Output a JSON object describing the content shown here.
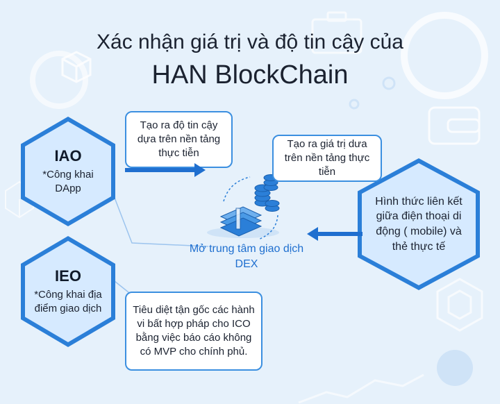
{
  "title": {
    "line1": "Xác nhận giá trị và độ tin cậy của",
    "line2": "HAN BlockChain"
  },
  "hex_iao": {
    "heading": "IAO",
    "body": "*Công khai DApp"
  },
  "hex_ieo": {
    "heading": "IEO",
    "body": "*Công khai địa điểm giao dịch"
  },
  "hex_mobile": {
    "body": "Hình thức liên kết giữa điện thoại di động ( mobile) và thẻ thực tế"
  },
  "box_trust": {
    "text": "Tạo ra độ tin cậy dựa trên nền tảng thực tiễn"
  },
  "box_value": {
    "text": "Tạo ra giá trị dưa trên nền tảng thực tiễn"
  },
  "box_ico": {
    "text": "Tiêu diệt tận gốc các hành vi bất hợp pháp cho ICO bằng việc báo cáo không có MVP cho chính phủ."
  },
  "center": {
    "label": "Mở trung tâm giao dịch DEX"
  },
  "colors": {
    "accent": "#2b7fd8",
    "arrow": "#1f6fcf",
    "background": "#e6f1fb",
    "hex_light": "#d6eaff"
  }
}
